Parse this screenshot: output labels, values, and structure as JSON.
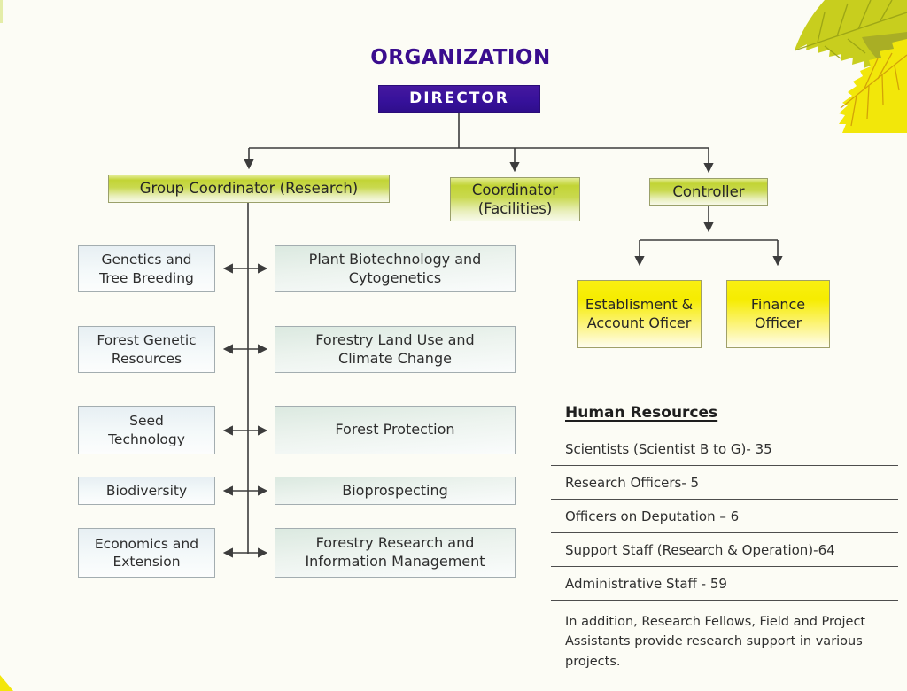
{
  "title": "ORGANIZATION",
  "chart": {
    "director": "DIRECTOR",
    "branches": [
      {
        "label": "Group Coordinator (Research)"
      },
      {
        "label": "Coordinator (Facilities)"
      },
      {
        "label": "Controller"
      }
    ],
    "research_left": [
      "Genetics and Tree Breeding",
      "Forest Genetic Resources",
      "Seed Technology",
      "Biodiversity",
      "Economics and Extension"
    ],
    "research_right": [
      "Plant Biotechnology and Cytogenetics",
      "Forestry Land Use and Climate Change",
      "Forest Protection",
      "Bioprospecting",
      "Forestry Research and Information Management"
    ],
    "controller_reports": [
      "Establisment & Account Oficer",
      "Finance Officer"
    ]
  },
  "human_resources": {
    "title": "Human Resources",
    "items": [
      "Scientists (Scientist B to G)- 35",
      "Research Officers- 5",
      "Officers on Deputation – 6",
      "Support Staff (Research & Operation)-64",
      "Administrative Staff - 59"
    ],
    "note": "In addition, Research Fellows, Field and Project Assistants provide research support in various projects."
  },
  "colors": {
    "title_text": "#3a0d8e",
    "director_bg": "#36119a",
    "branch_green": "#c2d435",
    "officer_yellow": "#f6ec00",
    "connector": "#3c3c3c",
    "paper": "#fcfcf5"
  }
}
